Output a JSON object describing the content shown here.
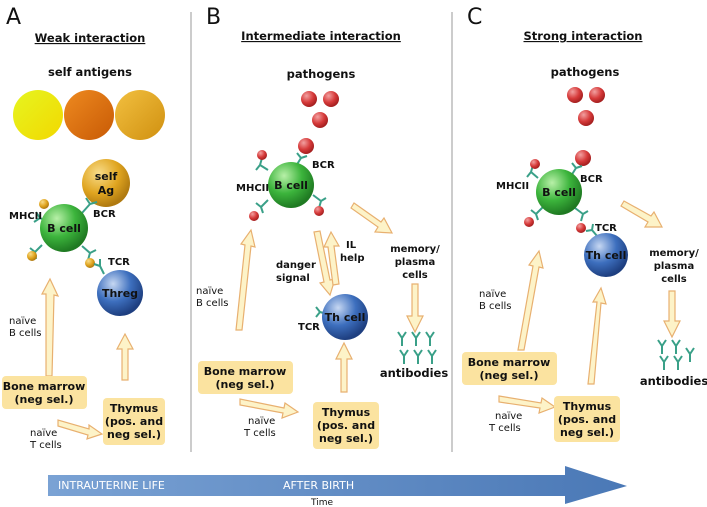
{
  "panels": [
    {
      "letter": "A",
      "title": "Weak interaction",
      "antigen_label": "self antigens",
      "self_ag_line1": "self",
      "self_ag_line2": "Ag",
      "bcell": "B cell",
      "mhcii": "MHCII",
      "bcr": "BCR",
      "tcr": "TCR",
      "treg": "Threg",
      "naive_b_line1": "naïve",
      "naive_b_line2": "B cells",
      "bone_marrow_line1": "Bone marrow",
      "bone_marrow_line2": "(neg sel.)",
      "naive_t_line1": "naïve",
      "naive_t_line2": "T cells",
      "thymus_line1": "Thymus",
      "thymus_line2": "(pos. and",
      "thymus_line3": "neg sel.)"
    },
    {
      "letter": "B",
      "title": "Intermediate interaction",
      "antigen_label": "pathogens",
      "bcell": "B cell",
      "mhcii": "MHCII",
      "bcr": "BCR",
      "tcr": "TCR",
      "thcell": "Th cell",
      "danger_line1": "danger",
      "danger_line2": "signal",
      "il_line1": "IL",
      "il_line2": "help",
      "memory_line1": "memory/",
      "memory_line2": "plasma",
      "memory_line3": "cells",
      "antibodies": "antibodies",
      "naive_b_line1": "naïve",
      "naive_b_line2": "B cells",
      "bone_marrow_line1": "Bone marrow",
      "bone_marrow_line2": "(neg sel.)",
      "naive_t_line1": "naïve",
      "naive_t_line2": "T cells",
      "thymus_line1": "Thymus",
      "thymus_line2": "(pos. and",
      "thymus_line3": "neg sel.)"
    },
    {
      "letter": "C",
      "title": "Strong interaction",
      "antigen_label": "pathogens",
      "bcell": "B cell",
      "mhcii": "MHCII",
      "bcr": "BCR",
      "tcr": "TCR",
      "thcell": "Th cell",
      "memory_line1": "memory/",
      "memory_line2": "plasma",
      "memory_line3": "cells",
      "antibodies": "antibodies",
      "naive_b_line1": "naïve",
      "naive_b_line2": "B cells",
      "bone_marrow_line1": "Bone marrow",
      "bone_marrow_line2": "(neg sel.)",
      "naive_t_line1": "naïve",
      "naive_t_line2": "T cells",
      "thymus_line1": "Thymus",
      "thymus_line2": "(pos. and",
      "thymus_line3": "neg sel.)"
    }
  ],
  "timeline": {
    "left_label": "INTRAUTERINE LIFE",
    "right_label": "AFTER BIRTH",
    "axis_label": "Time"
  },
  "colors": {
    "bcell": "#3cb43c",
    "thcell": "#2f5fb0",
    "pathogen": "#d63a3a",
    "self_ag": "#e0a520",
    "box_fill": "#fbe3a0",
    "arrow_fill": "#fdf3c8",
    "arrow_stroke": "#e8b070",
    "timeline": "#5b87c0",
    "receptor": "#3aa088"
  }
}
